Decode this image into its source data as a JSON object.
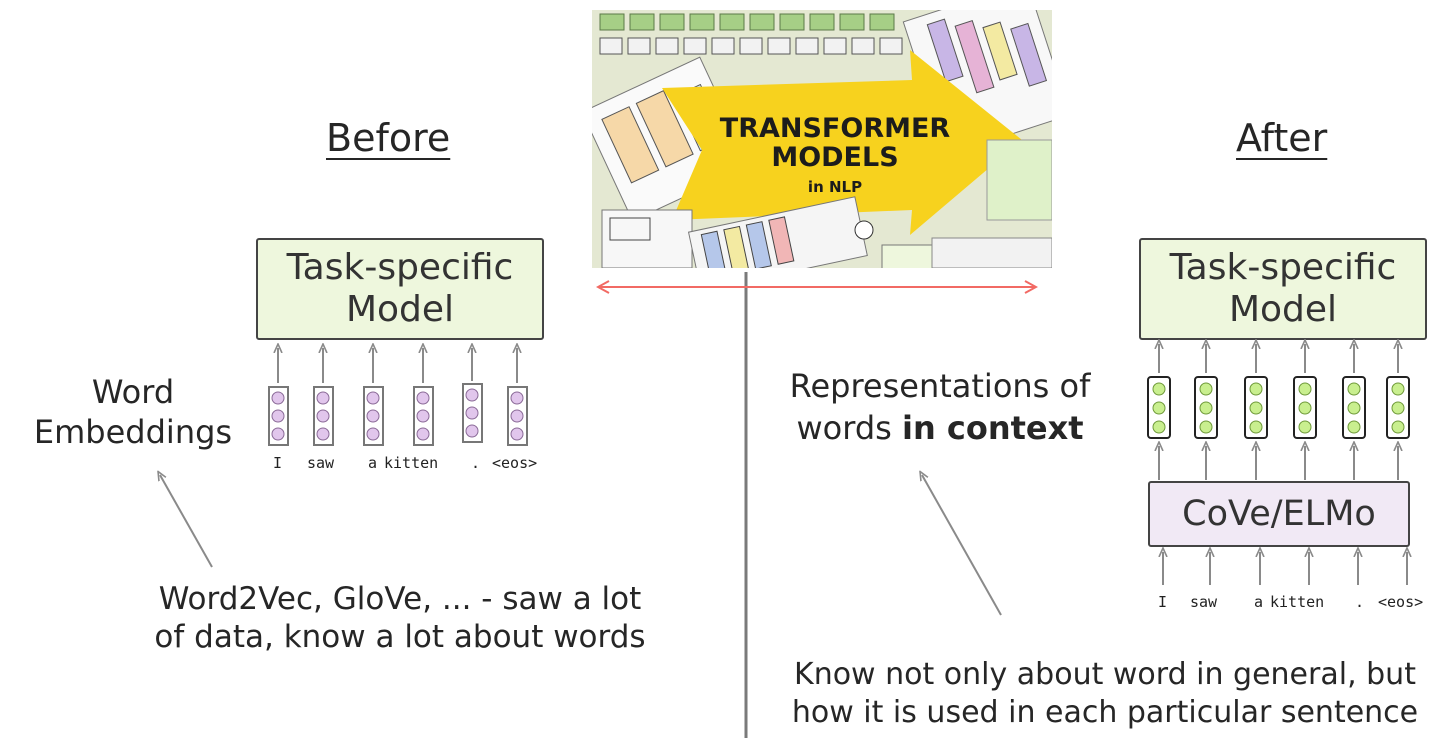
{
  "left": {
    "heading": "Before",
    "model_label_line1": "Task-specific",
    "model_label_line2": "Model",
    "embeddings_label_line1": "Word",
    "embeddings_label_line2": "Embeddings",
    "tokens": [
      "I",
      "saw",
      "a",
      "kitten",
      ".",
      "<eos>"
    ],
    "note_line1": "Word2Vec, GloVe, ... - saw a lot",
    "note_line2": "of data, know a lot about words"
  },
  "right": {
    "heading": "After",
    "model_label_line1": "Task-specific",
    "model_label_line2": "Model",
    "encoder_label": "CoVe/ELMo",
    "context_label_line1": "Representations of",
    "context_label_line2_plain": "words ",
    "context_label_line2_bold": "in context",
    "tokens": [
      "I",
      "saw",
      "a",
      "kitten",
      ".",
      "<eos>"
    ],
    "note_line1": "Know not only about word in general, but",
    "note_line2": "how it is used in each particular sentence"
  },
  "banner": {
    "title_line1": "TRANSFORMER",
    "title_line2": "MODELS",
    "subtitle": "in NLP",
    "accent_color": "#f7d21e"
  },
  "colors": {
    "model_fill": "#eef7dd",
    "embedding_dot_left": "#e1c6ec",
    "embedding_dot_right": "#c9ef8f",
    "encoder_fill": "#f1e9f5",
    "divider_arrow": "#f26a64"
  }
}
